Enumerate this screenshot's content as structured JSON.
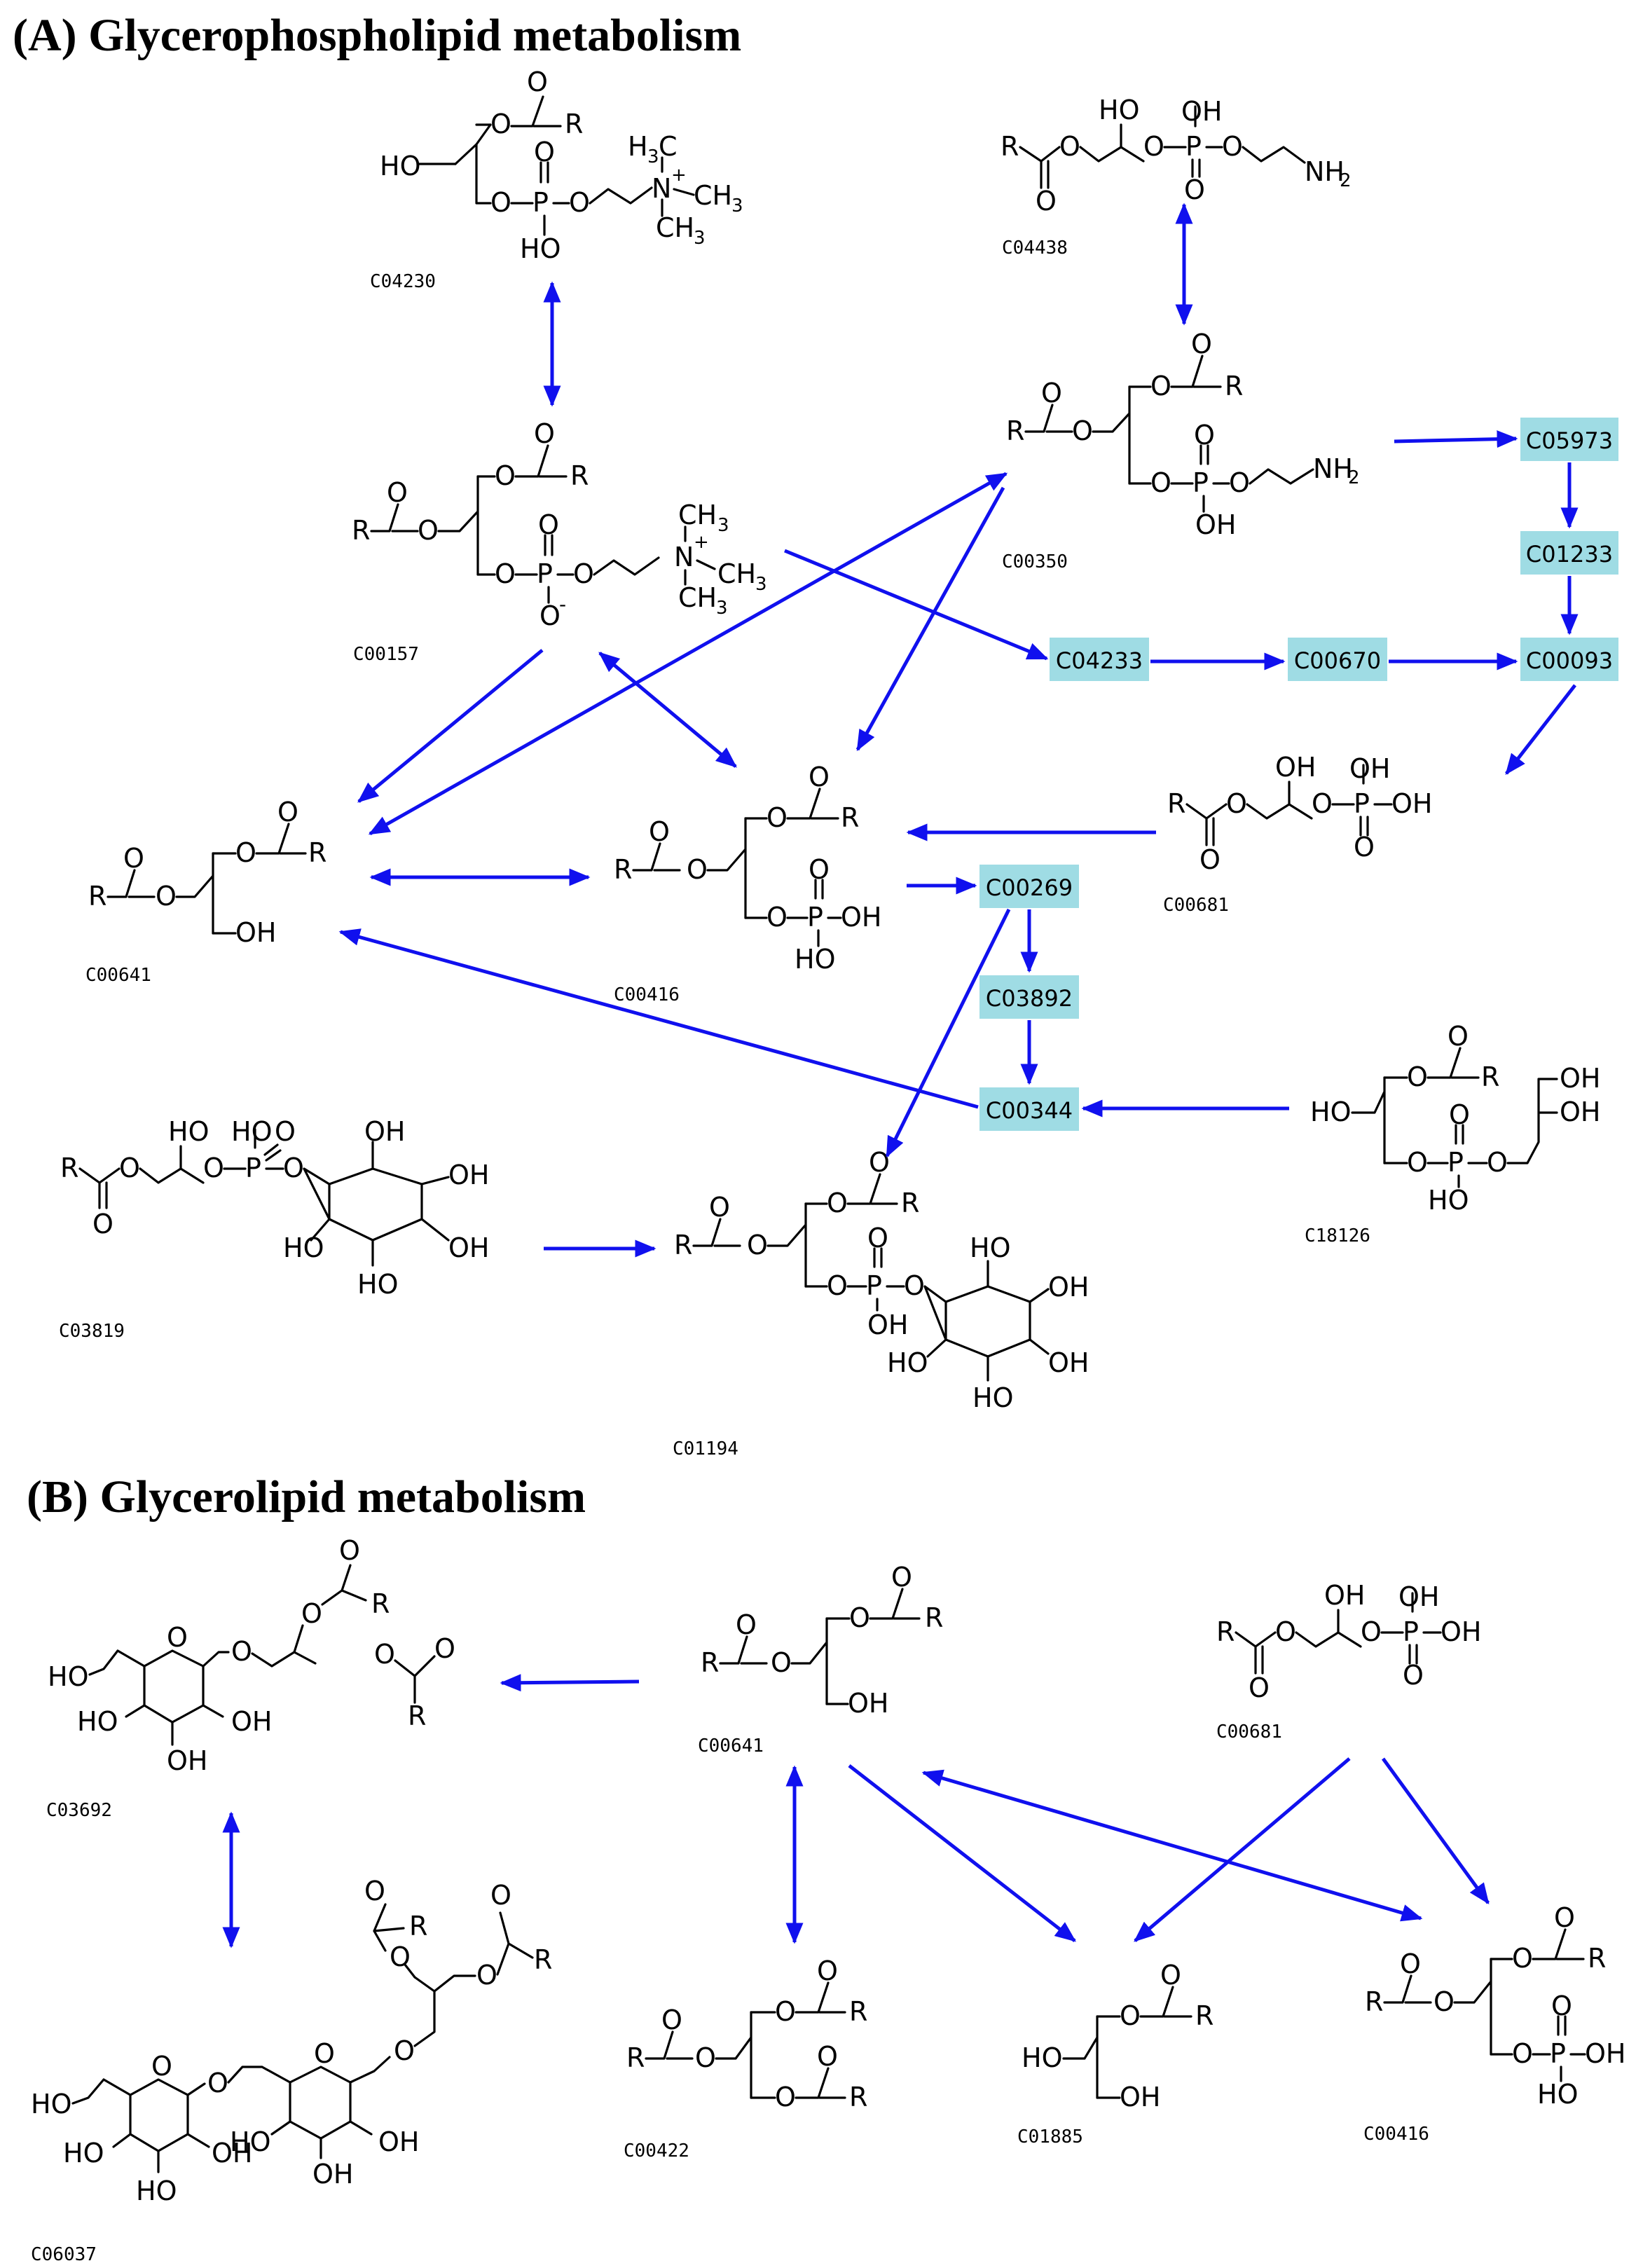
{
  "panels": {
    "a_title": "(A) Glycerophospholipid metabolism",
    "b_title": "(B) Glycerolipid metabolism"
  },
  "compound_ids": {
    "C04230": "C04230",
    "C04438": "C04438",
    "C00157": "C00157",
    "C00350": "C00350",
    "C00641": "C00641",
    "C00416": "C00416",
    "C00681": "C00681",
    "C03819": "C03819",
    "C01194": "C01194",
    "C18126": "C18126",
    "C03692": "C03692",
    "C06037": "C06037",
    "C00422": "C00422",
    "C01885": "C01885"
  },
  "boxed_compounds": {
    "C05973": "C05973",
    "C01233": "C01233",
    "C04233": "C04233",
    "C00670": "C00670",
    "C00093": "C00093",
    "C00269": "C00269",
    "C03892": "C03892",
    "C00344": "C00344"
  },
  "atoms": {
    "O": "O",
    "R": "R",
    "HO": "HO",
    "OH": "OH",
    "P": "P",
    "NH2": "NH",
    "NH2_sub": "2",
    "H3C": "H",
    "H3C_sub": "3",
    "H3C_c": "C",
    "N": "N",
    "plus": "+",
    "CH3": "CH",
    "CH3_sub": "3",
    "Ominus": "O",
    "minus": "-"
  },
  "colors": {
    "arrow": "#1010ee",
    "box_fill": "#9fdce4",
    "text": "#000000"
  }
}
